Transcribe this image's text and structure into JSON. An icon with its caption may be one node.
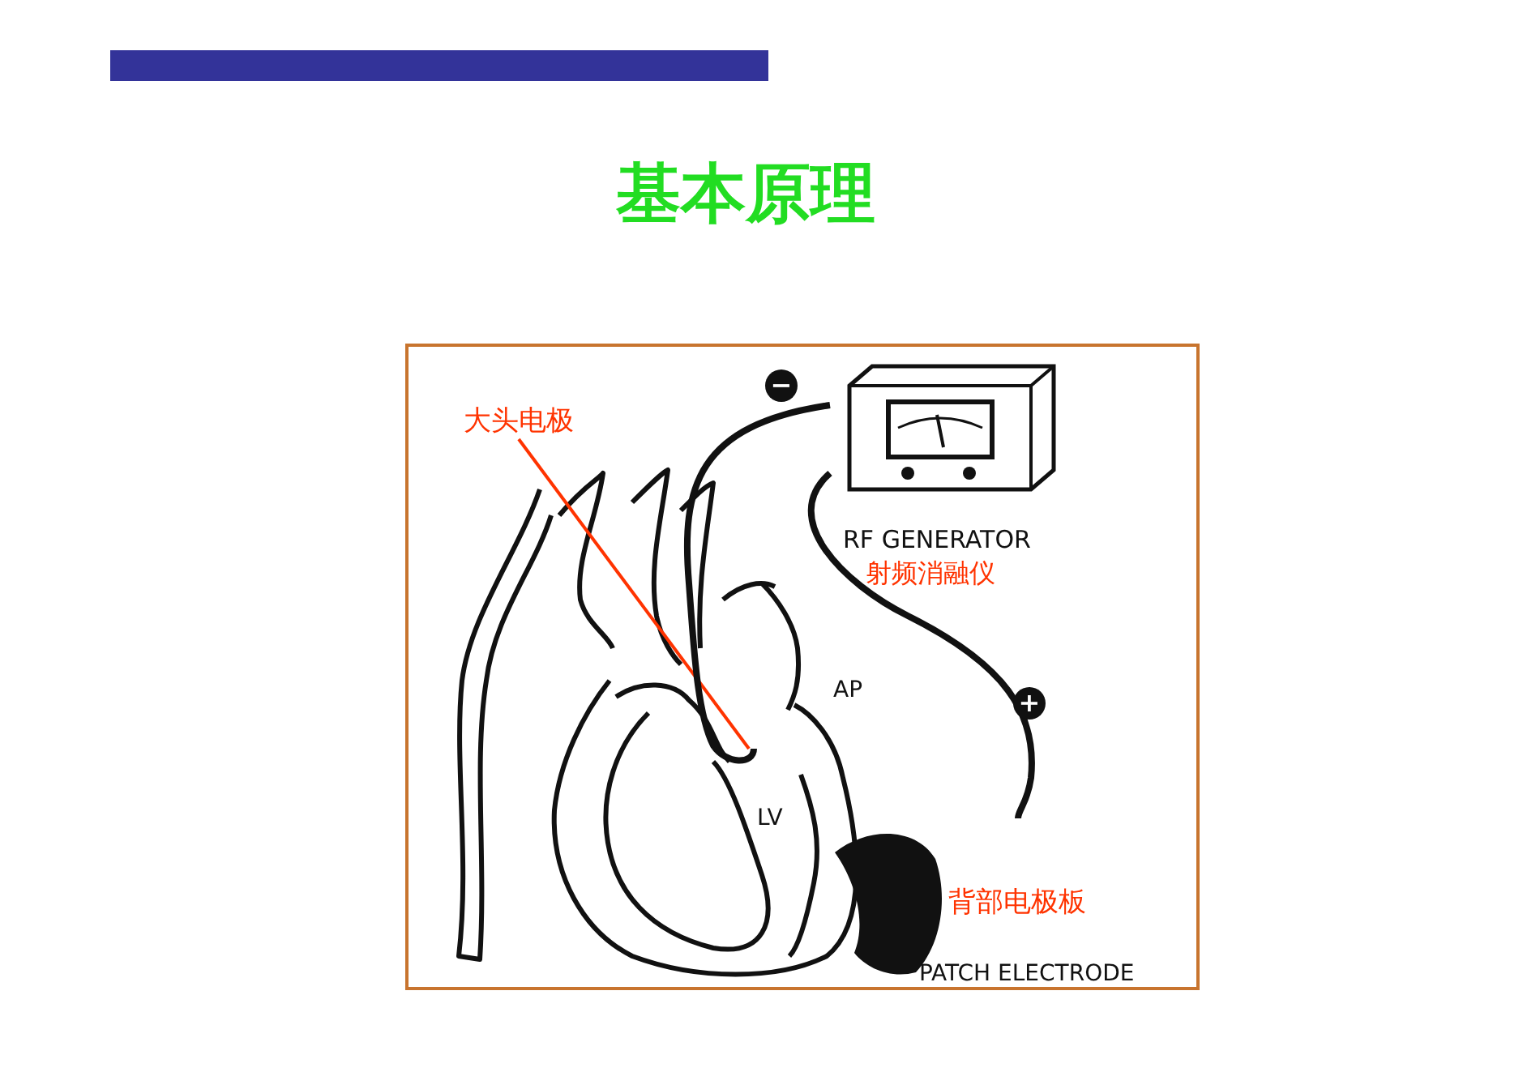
{
  "diagram": {
    "title": "基本原理",
    "nodes": [
      {
        "text": [
          "大头电极"
        ]
      },
      {
        "text": [
          "RF GENERATOR",
          "射频消融仪"
        ]
      },
      {
        "text": [
          "背部电极板",
          "PATCH ELECTRODE"
        ]
      }
    ],
    "edges": [
      {
        "from": 0,
        "to": null,
        "arrow": "none",
        "color": "#ff3300"
      },
      {
        "from": 1,
        "to": null,
        "arrow": "none"
      },
      {
        "from": 1,
        "to": 2,
        "arrow": "none"
      }
    ],
    "labels": [
      "−",
      "AP",
      "+",
      "LV"
    ]
  }
}
